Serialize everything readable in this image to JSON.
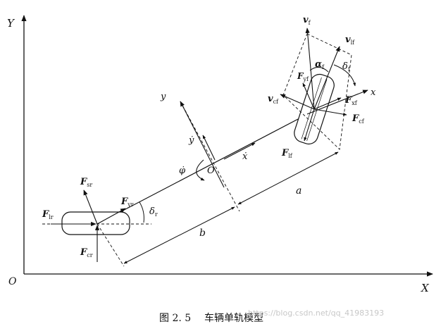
{
  "axes": {
    "origin": "O",
    "X": "X",
    "Y": "Y"
  },
  "body_frame": {
    "x": "x",
    "y": "y",
    "center": "O",
    "x_dot": "ẋ",
    "y_dot": "ẏ",
    "phi_dot": "φ̇"
  },
  "dimensions": {
    "a": "a",
    "b": "b"
  },
  "front": {
    "vf": "v",
    "vf_sub": "f",
    "vlf": "v",
    "vlf_sub": "lf",
    "vcf": "v",
    "vcf_sub": "cf",
    "alpha": "α",
    "alpha_sub": "f",
    "delta": "δ",
    "delta_sub": "f",
    "Fyf": "F",
    "Fyf_sub": "yf",
    "Fxf": "F",
    "Fxf_sub": "xf",
    "Fcf": "F",
    "Fcf_sub": "cf",
    "Flf": "F",
    "Flf_sub": "lf",
    "x_axis": "x"
  },
  "rear": {
    "Fsr": "F",
    "Fsr_sub": "sr",
    "Fyr": "F",
    "Fyr_sub": "yr",
    "Flr": "F",
    "Flr_sub": "lr",
    "Fcr": "F",
    "Fcr_sub": "cr",
    "delta": "δ",
    "delta_sub": "r"
  },
  "caption": {
    "number": "图 2. 5",
    "title": "车辆单轨模型"
  },
  "watermark": "https://blog.csdn.net/qq_41983193"
}
